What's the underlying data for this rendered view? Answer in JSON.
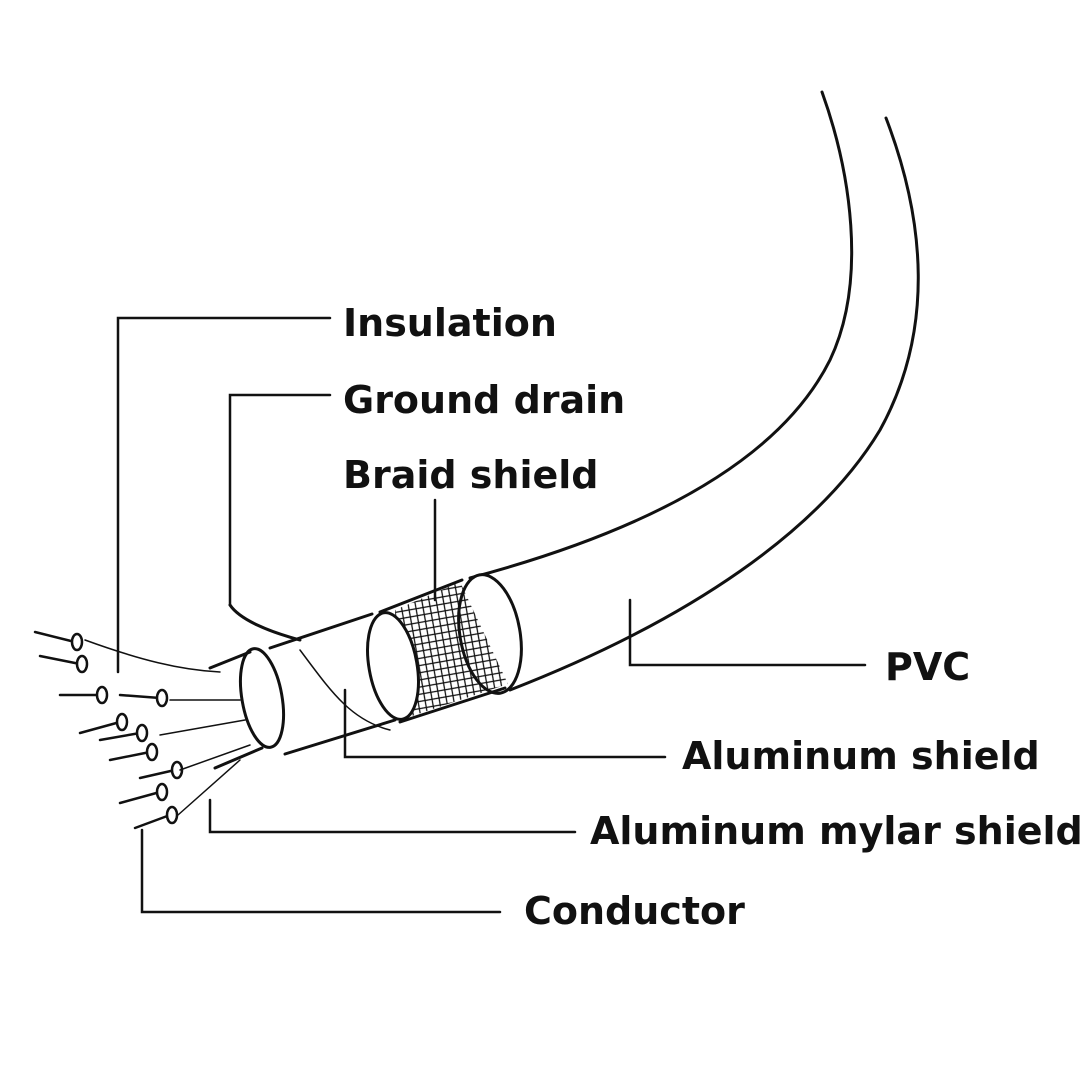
{
  "title": "Cable cross-section diagram",
  "labels": {
    "insulation": "Insulation",
    "ground_drain": "Ground drain",
    "braid_shield": "Braid shield",
    "pvc": "PVC",
    "aluminum_shield": "Aluminum shield",
    "aluminum_mylar_shield": "Aluminum mylar shield",
    "conductor": "Conductor"
  },
  "colors": {
    "line": "#111111",
    "background": "#ffffff"
  }
}
